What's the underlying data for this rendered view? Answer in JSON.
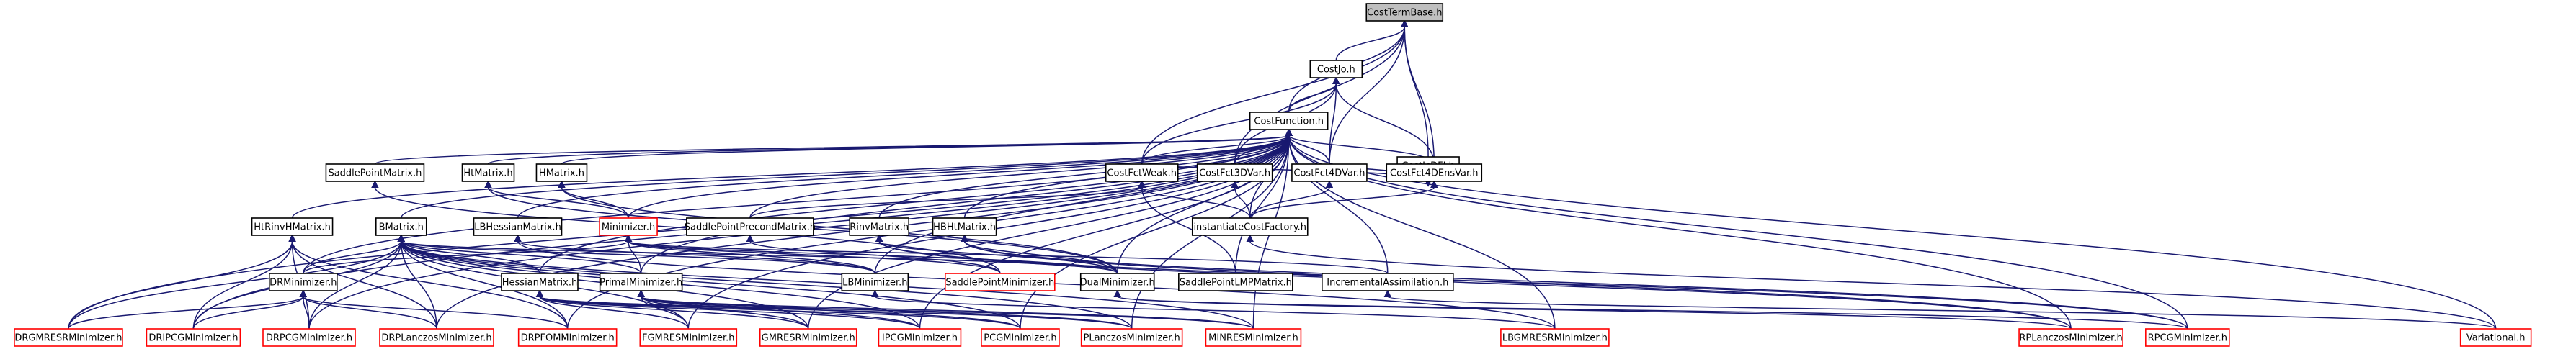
{
  "nodes": [
    {
      "id": "CostTermBase",
      "label": "CostTermBase.h",
      "style": "root"
    },
    {
      "id": "CostJo",
      "label": "CostJo.h",
      "style": "normal"
    },
    {
      "id": "CostFunction",
      "label": "CostFunction.h",
      "style": "normal"
    },
    {
      "id": "CostJcDFI",
      "label": "CostJcDFI.h",
      "style": "normal"
    },
    {
      "id": "SaddlePointMatrix",
      "label": "SaddlePointMatrix.h",
      "style": "normal"
    },
    {
      "id": "HtMatrix",
      "label": "HtMatrix.h",
      "style": "normal"
    },
    {
      "id": "HMatrix",
      "label": "HMatrix.h",
      "style": "normal"
    },
    {
      "id": "CostFctWeak",
      "label": "CostFctWeak.h",
      "style": "normal"
    },
    {
      "id": "CostFct3DVar",
      "label": "CostFct3DVar.h",
      "style": "normal"
    },
    {
      "id": "CostFct4DVar",
      "label": "CostFct4DVar.h",
      "style": "normal"
    },
    {
      "id": "CostFct4DEnsVar",
      "label": "CostFct4DEnsVar.h",
      "style": "normal"
    },
    {
      "id": "HtRinvHMatrix",
      "label": "HtRinvHMatrix.h",
      "style": "normal"
    },
    {
      "id": "BMatrix",
      "label": "BMatrix.h",
      "style": "normal"
    },
    {
      "id": "LBHessianMatrix",
      "label": "LBHessianMatrix.h",
      "style": "normal"
    },
    {
      "id": "Minimizer",
      "label": "Minimizer.h",
      "style": "red"
    },
    {
      "id": "SaddlePointPrecondMatrix",
      "label": "SaddlePointPrecondMatrix.h",
      "style": "normal"
    },
    {
      "id": "RinvMatrix",
      "label": "RinvMatrix.h",
      "style": "normal"
    },
    {
      "id": "HBHtMatrix",
      "label": "HBHtMatrix.h",
      "style": "normal"
    },
    {
      "id": "instantiateCostFactory",
      "label": "instantiateCostFactory.h",
      "style": "normal"
    },
    {
      "id": "DRMinimizer",
      "label": "DRMinimizer.h",
      "style": "normal"
    },
    {
      "id": "HessianMatrix",
      "label": "HessianMatrix.h",
      "style": "normal"
    },
    {
      "id": "PrimalMinimizer",
      "label": "PrimalMinimizer.h",
      "style": "normal"
    },
    {
      "id": "LBMinimizer",
      "label": "LBMinimizer.h",
      "style": "normal"
    },
    {
      "id": "SaddlePointMinimizer",
      "label": "SaddlePointMinimizer.h",
      "style": "red"
    },
    {
      "id": "DualMinimizer",
      "label": "DualMinimizer.h",
      "style": "normal"
    },
    {
      "id": "SaddlePointLMPMatrix",
      "label": "SaddlePointLMPMatrix.h",
      "style": "normal"
    },
    {
      "id": "IncrementalAssimilation",
      "label": "IncrementalAssimilation.h",
      "style": "normal"
    },
    {
      "id": "DRGMRESRMinimizer",
      "label": "DRGMRESRMinimizer.h",
      "style": "red"
    },
    {
      "id": "DRIPCGMinimizer",
      "label": "DRIPCGMinimizer.h",
      "style": "red"
    },
    {
      "id": "DRPCGMinimizer",
      "label": "DRPCGMinimizer.h",
      "style": "red"
    },
    {
      "id": "DRPLanczosMinimizer",
      "label": "DRPLanczosMinimizer.h",
      "style": "red"
    },
    {
      "id": "DRPFOMMinimizer",
      "label": "DRPFOMMinimizer.h",
      "style": "red"
    },
    {
      "id": "FGMRESMinimizer",
      "label": "FGMRESMinimizer.h",
      "style": "red"
    },
    {
      "id": "GMRESRMinimizer",
      "label": "GMRESRMinimizer.h",
      "style": "red"
    },
    {
      "id": "IPCGMinimizer",
      "label": "IPCGMinimizer.h",
      "style": "red"
    },
    {
      "id": "PCGMinimizer",
      "label": "PCGMinimizer.h",
      "style": "red"
    },
    {
      "id": "PLanczosMinimizer",
      "label": "PLanczosMinimizer.h",
      "style": "red"
    },
    {
      "id": "MINRESMinimizer",
      "label": "MINRESMinimizer.h",
      "style": "red"
    },
    {
      "id": "LBGMRESRMinimizer",
      "label": "LBGMRESRMinimizer.h",
      "style": "red"
    },
    {
      "id": "RPLanczosMinimizer",
      "label": "RPLanczosMinimizer.h",
      "style": "red"
    },
    {
      "id": "RPCGMinimizer",
      "label": "RPCGMinimizer.h",
      "style": "red"
    },
    {
      "id": "Variational",
      "label": "Variational.h",
      "style": "red"
    }
  ],
  "edges": [
    [
      "CostTermBase",
      "CostJo"
    ],
    [
      "CostTermBase",
      "CostFunction"
    ],
    [
      "CostTermBase",
      "CostJcDFI"
    ],
    [
      "CostTermBase",
      "CostFctWeak"
    ],
    [
      "CostTermBase",
      "CostFct3DVar"
    ],
    [
      "CostTermBase",
      "CostFct4DVar"
    ],
    [
      "CostTermBase",
      "CostFct4DEnsVar"
    ],
    [
      "CostJo",
      "CostFunction"
    ],
    [
      "CostJo",
      "CostFctWeak"
    ],
    [
      "CostJo",
      "CostFct3DVar"
    ],
    [
      "CostJo",
      "CostFct4DVar"
    ],
    [
      "CostJo",
      "CostFct4DEnsVar"
    ],
    [
      "CostJcDFI",
      "CostFctWeak"
    ],
    [
      "CostJcDFI",
      "CostFct4DVar"
    ],
    [
      "CostJcDFI",
      "CostFct4DEnsVar"
    ],
    [
      "CostFunction",
      "SaddlePointMatrix"
    ],
    [
      "CostFunction",
      "HtMatrix"
    ],
    [
      "CostFunction",
      "HMatrix"
    ],
    [
      "CostFunction",
      "CostFctWeak"
    ],
    [
      "CostFunction",
      "CostFct3DVar"
    ],
    [
      "CostFunction",
      "CostFct4DVar"
    ],
    [
      "CostFunction",
      "CostFct4DEnsVar"
    ],
    [
      "CostFunction",
      "HtRinvHMatrix"
    ],
    [
      "CostFunction",
      "BMatrix"
    ],
    [
      "CostFunction",
      "LBHessianMatrix"
    ],
    [
      "CostFunction",
      "Minimizer"
    ],
    [
      "CostFunction",
      "SaddlePointPrecondMatrix"
    ],
    [
      "CostFunction",
      "RinvMatrix"
    ],
    [
      "CostFunction",
      "HBHtMatrix"
    ],
    [
      "CostFunction",
      "instantiateCostFactory"
    ],
    [
      "CostFunction",
      "DRMinimizer"
    ],
    [
      "CostFunction",
      "HessianMatrix"
    ],
    [
      "CostFunction",
      "PrimalMinimizer"
    ],
    [
      "CostFunction",
      "LBMinimizer"
    ],
    [
      "CostFunction",
      "DualMinimizer"
    ],
    [
      "CostFunction",
      "SaddlePointLMPMatrix"
    ],
    [
      "CostFunction",
      "IncrementalAssimilation"
    ],
    [
      "CostFunction",
      "DRGMRESRMinimizer"
    ],
    [
      "CostFunction",
      "DRIPCGMinimizer"
    ],
    [
      "CostFunction",
      "DRPCGMinimizer"
    ],
    [
      "CostFunction",
      "DRPLanczosMinimizer"
    ],
    [
      "CostFunction",
      "DRPFOMMinimizer"
    ],
    [
      "CostFunction",
      "FGMRESMinimizer"
    ],
    [
      "CostFunction",
      "GMRESRMinimizer"
    ],
    [
      "CostFunction",
      "IPCGMinimizer"
    ],
    [
      "CostFunction",
      "PCGMinimizer"
    ],
    [
      "CostFunction",
      "PLanczosMinimizer"
    ],
    [
      "CostFunction",
      "MINRESMinimizer"
    ],
    [
      "CostFunction",
      "LBGMRESRMinimizer"
    ],
    [
      "CostFunction",
      "RPLanczosMinimizer"
    ],
    [
      "CostFunction",
      "RPCGMinimizer"
    ],
    [
      "CostFunction",
      "Variational"
    ],
    [
      "SaddlePointMatrix",
      "SaddlePointMinimizer"
    ],
    [
      "HtMatrix",
      "Minimizer"
    ],
    [
      "HtMatrix",
      "DualMinimizer"
    ],
    [
      "HMatrix",
      "Minimizer"
    ],
    [
      "HMatrix",
      "DualMinimizer"
    ],
    [
      "CostFctWeak",
      "SaddlePointPrecondMatrix"
    ],
    [
      "CostFctWeak",
      "instantiateCostFactory"
    ],
    [
      "CostFctWeak",
      "SaddlePointLMPMatrix"
    ],
    [
      "CostFct3DVar",
      "instantiateCostFactory"
    ],
    [
      "CostFct4DVar",
      "instantiateCostFactory"
    ],
    [
      "CostFct4DEnsVar",
      "instantiateCostFactory"
    ],
    [
      "HtRinvHMatrix",
      "DRGMRESRMinimizer"
    ],
    [
      "HtRinvHMatrix",
      "DRIPCGMinimizer"
    ],
    [
      "HtRinvHMatrix",
      "DRPCGMinimizer"
    ],
    [
      "HtRinvHMatrix",
      "DRPLanczosMinimizer"
    ],
    [
      "HtRinvHMatrix",
      "DRPFOMMinimizer"
    ],
    [
      "BMatrix",
      "DRMinimizer"
    ],
    [
      "BMatrix",
      "HessianMatrix"
    ],
    [
      "BMatrix",
      "PrimalMinimizer"
    ],
    [
      "BMatrix",
      "LBMinimizer"
    ],
    [
      "BMatrix",
      "DualMinimizer"
    ],
    [
      "BMatrix",
      "DRGMRESRMinimizer"
    ],
    [
      "BMatrix",
      "DRIPCGMinimizer"
    ],
    [
      "BMatrix",
      "DRPCGMinimizer"
    ],
    [
      "BMatrix",
      "DRPLanczosMinimizer"
    ],
    [
      "BMatrix",
      "DRPFOMMinimizer"
    ],
    [
      "BMatrix",
      "FGMRESMinimizer"
    ],
    [
      "BMatrix",
      "GMRESRMinimizer"
    ],
    [
      "BMatrix",
      "IPCGMinimizer"
    ],
    [
      "BMatrix",
      "PCGMinimizer"
    ],
    [
      "BMatrix",
      "PLanczosMinimizer"
    ],
    [
      "BMatrix",
      "MINRESMinimizer"
    ],
    [
      "LBHessianMatrix",
      "LBMinimizer"
    ],
    [
      "LBHessianMatrix",
      "LBGMRESRMinimizer"
    ],
    [
      "Minimizer",
      "DRMinimizer"
    ],
    [
      "Minimizer",
      "PrimalMinimizer"
    ],
    [
      "Minimizer",
      "LBMinimizer"
    ],
    [
      "Minimizer",
      "SaddlePointMinimizer"
    ],
    [
      "Minimizer",
      "DualMinimizer"
    ],
    [
      "Minimizer",
      "IncrementalAssimilation"
    ],
    [
      "SaddlePointPrecondMatrix",
      "SaddlePointMinimizer"
    ],
    [
      "RinvMatrix",
      "DualMinimizer"
    ],
    [
      "RinvMatrix",
      "RPLanczosMinimizer"
    ],
    [
      "RinvMatrix",
      "RPCGMinimizer"
    ],
    [
      "HBHtMatrix",
      "DualMinimizer"
    ],
    [
      "HBHtMatrix",
      "RPLanczosMinimizer"
    ],
    [
      "HBHtMatrix",
      "RPCGMinimizer"
    ],
    [
      "instantiateCostFactory",
      "Variational"
    ],
    [
      "DRMinimizer",
      "DRGMRESRMinimizer"
    ],
    [
      "DRMinimizer",
      "DRIPCGMinimizer"
    ],
    [
      "DRMinimizer",
      "DRPCGMinimizer"
    ],
    [
      "DRMinimizer",
      "DRPLanczosMinimizer"
    ],
    [
      "DRMinimizer",
      "DRPFOMMinimizer"
    ],
    [
      "HessianMatrix",
      "FGMRESMinimizer"
    ],
    [
      "HessianMatrix",
      "GMRESRMinimizer"
    ],
    [
      "HessianMatrix",
      "IPCGMinimizer"
    ],
    [
      "HessianMatrix",
      "PCGMinimizer"
    ],
    [
      "HessianMatrix",
      "PLanczosMinimizer"
    ],
    [
      "HessianMatrix",
      "MINRESMinimizer"
    ],
    [
      "PrimalMinimizer",
      "FGMRESMinimizer"
    ],
    [
      "PrimalMinimizer",
      "GMRESRMinimizer"
    ],
    [
      "PrimalMinimizer",
      "IPCGMinimizer"
    ],
    [
      "PrimalMinimizer",
      "PCGMinimizer"
    ],
    [
      "PrimalMinimizer",
      "PLanczosMinimizer"
    ],
    [
      "PrimalMinimizer",
      "MINRESMinimizer"
    ],
    [
      "LBMinimizer",
      "LBGMRESRMinimizer"
    ],
    [
      "DualMinimizer",
      "RPLanczosMinimizer"
    ],
    [
      "DualMinimizer",
      "RPCGMinimizer"
    ],
    [
      "IncrementalAssimilation",
      "Variational"
    ]
  ]
}
